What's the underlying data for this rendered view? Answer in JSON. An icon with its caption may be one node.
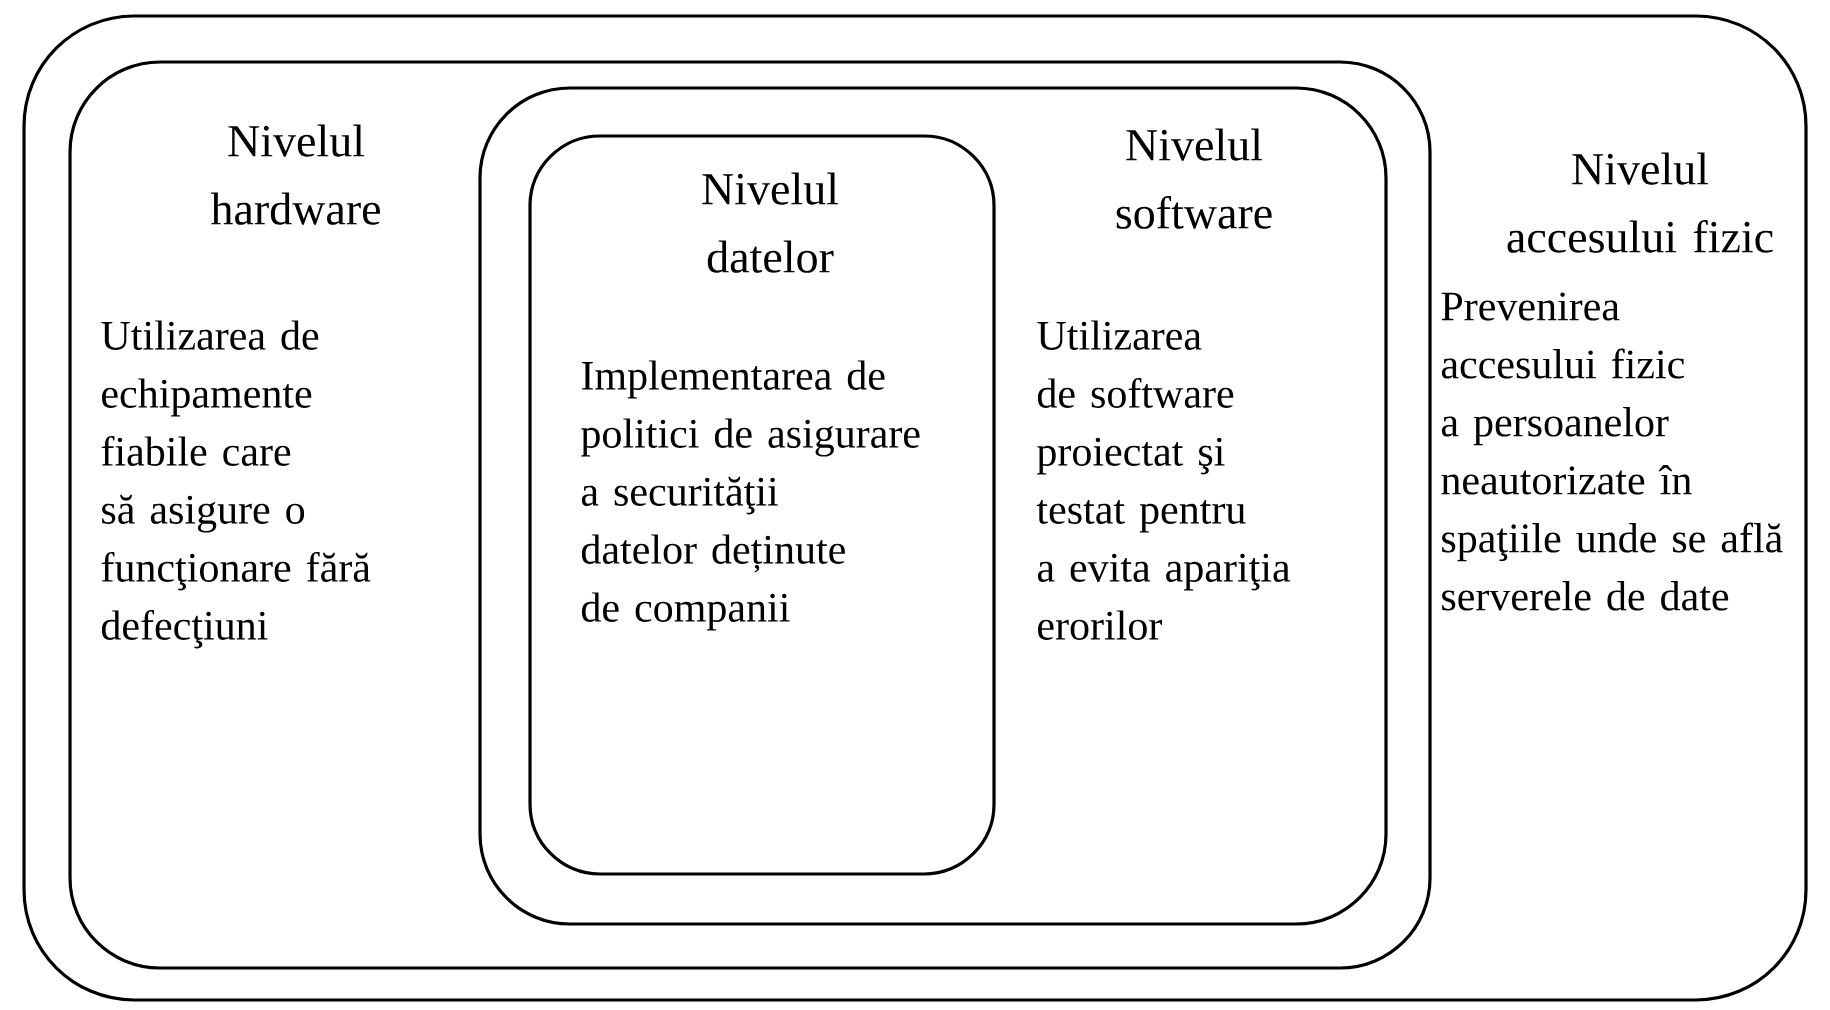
{
  "diagram": {
    "nodes": [
      {
        "text": [
          "Nivelul accesului fizic",
          "Prevenirea accesului fizic a persoanelor neautorizate în spaţiile unde se află serverele de date"
        ]
      },
      {
        "text": [
          "Nivelul hardware",
          "Utilizarea de echipamente fiabile care să asigure o funcţionare fără defecţiuni"
        ],
        "in": 0
      },
      {
        "text": [
          "Nivelul software",
          "Utilizarea de software proiectat şi testat pentru a evita apariţia erorilor"
        ],
        "in": 1
      },
      {
        "text": [
          "Nivelul datelor",
          "Implementarea de politici de asigurare a securităţii datelor deținute de companii"
        ],
        "in": 2
      }
    ]
  }
}
